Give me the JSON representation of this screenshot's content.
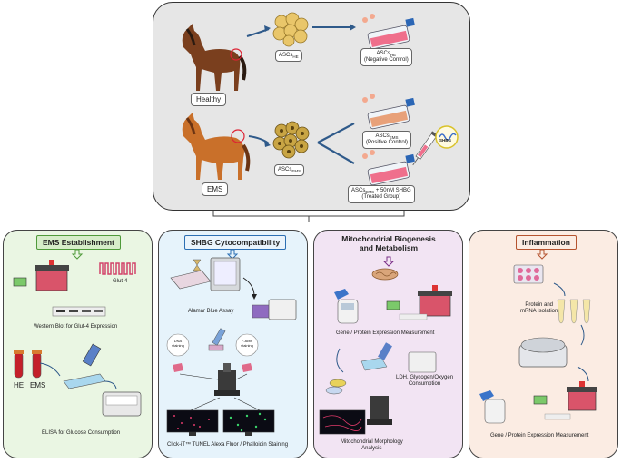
{
  "top": {
    "healthy_label": "Healthy",
    "ems_label": "EMS",
    "ascs_he": "ASCs",
    "ascs_he_sub": "HE",
    "ascs_ems": "ASCs",
    "ascs_ems_sub": "EMS",
    "neg_ctrl_line1": "ASCs",
    "neg_ctrl_sub": "HE",
    "neg_ctrl_line2": "(Negative Control)",
    "pos_ctrl_line1": "ASCs",
    "pos_ctrl_sub": "EMS",
    "pos_ctrl_line2": "(Positive Control)",
    "treated_line1a": "ASCs",
    "treated_sub": "EMS",
    "treated_line1b": " + 50nM SHBG",
    "treated_line2": "(Treated Group)",
    "shbg_tag": "SHBG"
  },
  "panels": {
    "ems": {
      "title": "EMS Establishment",
      "glut": "Glut-4",
      "wb": "Western Blot for Glut-4 Expression",
      "he": "HE",
      "ems": "EMS",
      "elisa": "ELISA for Glucose Consumption"
    },
    "shbg": {
      "title": "SHBG Cytocompatibility",
      "alamar": "Alamar Blue Assay",
      "dna": "DNA staining",
      "ftn": "F-actin staining",
      "click": "Click-iT™ TUNEL Alexa Fluor / Phalloidin Staining"
    },
    "mito": {
      "title_l1": "Mitochondrial Biogenesis",
      "title_l2": "and Metabolism",
      "gene": "Gene / Protein Expression Measurement",
      "ldh_l1": "LDH, Glycogen/Oxygen",
      "ldh_l2": "Consumption",
      "morph_l1": "Mitochondrial Morphology",
      "morph_l2": "Analysis"
    },
    "infl": {
      "title": "Inflammation",
      "protein_l1": "Protein and",
      "protein_l2": "mRNA Isolation",
      "gene": "Gene / Protein Expression Measurement"
    }
  },
  "colors": {
    "ems_bg": "#eaf6e3",
    "ems_accent": "#4f9a3a",
    "shbg_bg": "#e6f3fb",
    "shbg_accent": "#2c6fb3",
    "mito_bg": "#f2e4f3",
    "mito_accent": "#7b2f87",
    "infl_bg": "#fbece3",
    "infl_accent": "#b5532f",
    "top_bg": "#e6e6e6"
  }
}
